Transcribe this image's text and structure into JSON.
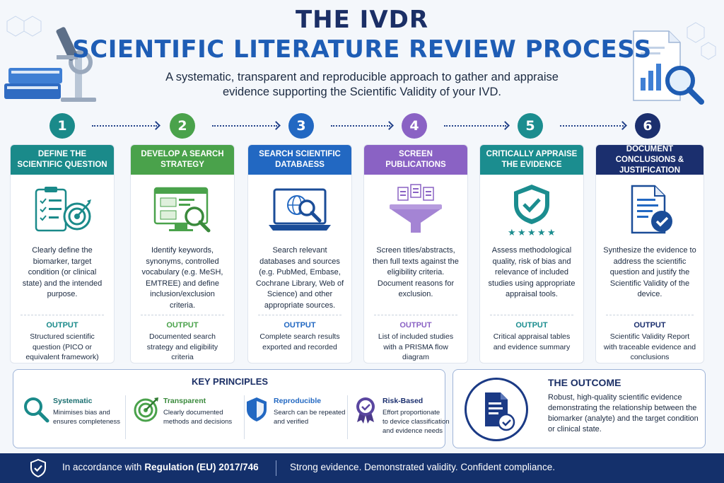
{
  "header": {
    "title_line1": "THE IVDR",
    "title_line2": "SCIENTIFIC LITERATURE REVIEW PROCESS",
    "subtitle": "A systematic, transparent and reproducible approach to gather and appraise evidence supporting the Scientific Validity of your IVD."
  },
  "steps": [
    {
      "number": "1",
      "color": "#1a8a8a",
      "title": "DEFINE THE SCIENTIFIC QUESTION",
      "icon": "clipboard-target-icon",
      "description": "Clearly define the biomarker, target condition (or clinical state) and the intended purpose.",
      "output_label": "OUTPUT",
      "output": "Structured scientific question (PICO or equivalent framework)"
    },
    {
      "number": "2",
      "color": "#4aa24b",
      "title": "DEVELOP A SEARCH STRATEGY",
      "icon": "monitor-search-icon",
      "description": "Identify keywords, synonyms, controlled vocabulary (e.g. MeSH, EMTREE) and define inclusion/exclusion criteria.",
      "output_label": "OUTPUT",
      "output": "Documented search strategy and eligibility criteria"
    },
    {
      "number": "3",
      "color": "#2268c2",
      "title": "SEARCH SCIENTIFIC DATABAESS",
      "icon": "laptop-globe-search-icon",
      "description": "Search relevant databases and sources (e.g. PubMed, Embase, Cochrane Library, Web of Science) and other appropriate sources.",
      "output_label": "OUTPUT",
      "output": "Complete search results exported and recorded"
    },
    {
      "number": "4",
      "color": "#8a62c4",
      "title": "SCREEN PUBLICATIONS",
      "icon": "funnel-documents-icon",
      "description": "Screen titles/abstracts, then full texts against the eligibility criteria. Document reasons for exclusion.",
      "output_label": "OUTPUT",
      "output": "List of included studies with a PRISMA flow diagram"
    },
    {
      "number": "5",
      "color": "#1b8d8f",
      "title": "CRITICALLY APPRAISE THE EVIDENCE",
      "icon": "shield-check-stars-icon",
      "description": "Assess methodological quality, risk of bias and relevance of included studies using appropriate appraisal tools.",
      "output_label": "OUTPUT",
      "output": "Critical appraisal tables and evidence summary"
    },
    {
      "number": "6",
      "color": "#1b2f6e",
      "title": "DOCUMENT CONCLUSIONS & JUSTIFICATION",
      "icon": "document-check-icon",
      "description": "Synthesize the evidence to address the scientific question and justify the Scientific Validity of the device.",
      "output_label": "OUTPUT",
      "output": "Scientific Validity Report with traceable evidence and conclusions"
    }
  ],
  "principles": {
    "title": "KEY PRINCIPLES",
    "items": [
      {
        "name": "Systematic",
        "color": "#1a8a8a",
        "icon": "magnifier-icon",
        "line1": "Minimises bias and",
        "line2": "ensures completeness"
      },
      {
        "name": "Transparent",
        "color": "#4aa24b",
        "icon": "target-icon",
        "line1": "Clearly documented",
        "line2": "methods and decisions"
      },
      {
        "name": "Reproducible",
        "color": "#2268c2",
        "icon": "shield-icon",
        "line1": "Search can be repeated",
        "line2": "and verified"
      },
      {
        "name": "Risk-Based",
        "color": "#1b2f6e",
        "icon": "award-check-icon",
        "line1": "Effort proportionate",
        "line2": "to device classification",
        "line3": "and evidence needs"
      }
    ]
  },
  "outcome": {
    "title": "THE OUTCOME",
    "icon": "document-check-icon",
    "text": "Robust, high-quality scientific evidence demonstrating the relationship between the biomarker (analyte) and the target condition or clinical state."
  },
  "footer": {
    "icon": "shield-check-icon",
    "prefix": "In accordance with ",
    "regulation": "Regulation (EU) 2017/746",
    "tagline": "Strong evidence. Demonstrated validity. Confident compliance."
  }
}
